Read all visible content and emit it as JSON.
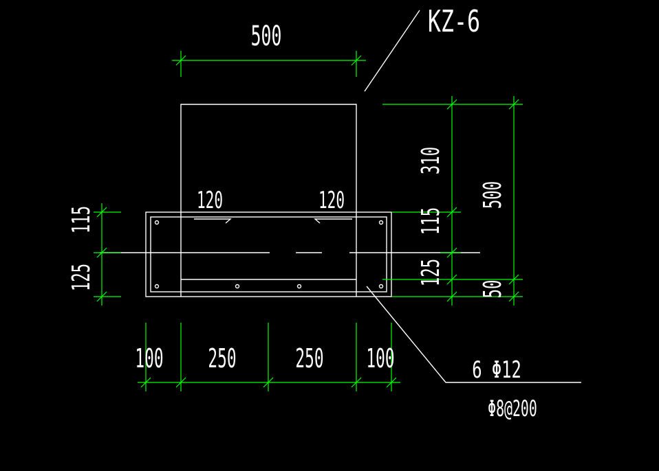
{
  "colors": {
    "background": "#000000",
    "outline": "#ffffff",
    "dimension": "#00ff00"
  },
  "labels": {
    "column_id": "KZ-6",
    "top_width": "500",
    "left_ledge": "120",
    "right_ledge": "120",
    "left_dim_upper": "115",
    "left_dim_lower": "125",
    "right_dim_310": "310",
    "right_dim_115": "115",
    "right_dim_125": "125",
    "right_dim_500": "500",
    "right_dim_50": "50",
    "bottom_dim_1": "100",
    "bottom_dim_2": "250",
    "bottom_dim_3": "250",
    "bottom_dim_4": "100",
    "main_rebar": "6 Φ12",
    "stirrup": "Φ8@200"
  }
}
